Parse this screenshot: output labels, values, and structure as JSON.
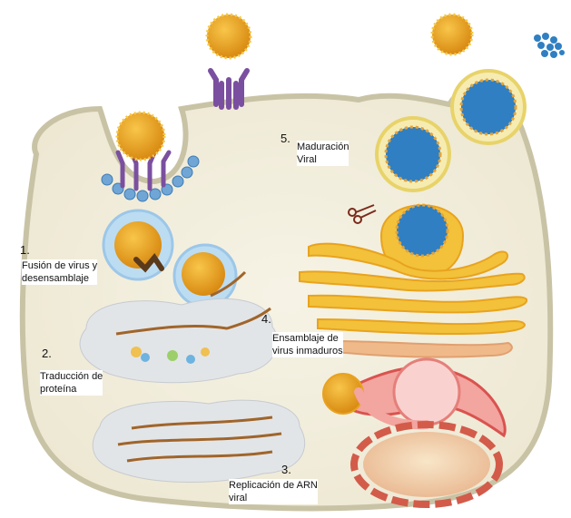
{
  "diagram": {
    "steps": [
      {
        "number": "1.",
        "label_lines": [
          "Fusión de virus y",
          "desensamblaje"
        ]
      },
      {
        "number": "2.",
        "label_lines": [
          "Traducción de",
          "proteína"
        ]
      },
      {
        "number": "3.",
        "label_lines": [
          "Replicación de ARN",
          "viral"
        ]
      },
      {
        "number": "4.",
        "label_lines": [
          "Ensamblaje de",
          "virus inmaduros"
        ]
      },
      {
        "number": "5.",
        "label_lines": [
          "Maduración",
          "Viral"
        ]
      }
    ],
    "colors": {
      "cytoplasm": "#f2eee0",
      "membrane": "#c8c3a8",
      "virion": "#e8a31e",
      "virion_spike": "#f5c842",
      "receptor": "#7b4fa0",
      "membrane_bead": "#6fa6d6",
      "golgi": "#f3c13a",
      "er": "#e57f7a",
      "nucleus": "#f4d6b0",
      "rna": "#a0652a",
      "capsid_dots": "#2f7fc2"
    },
    "icons": [
      "scissors-icon"
    ]
  }
}
